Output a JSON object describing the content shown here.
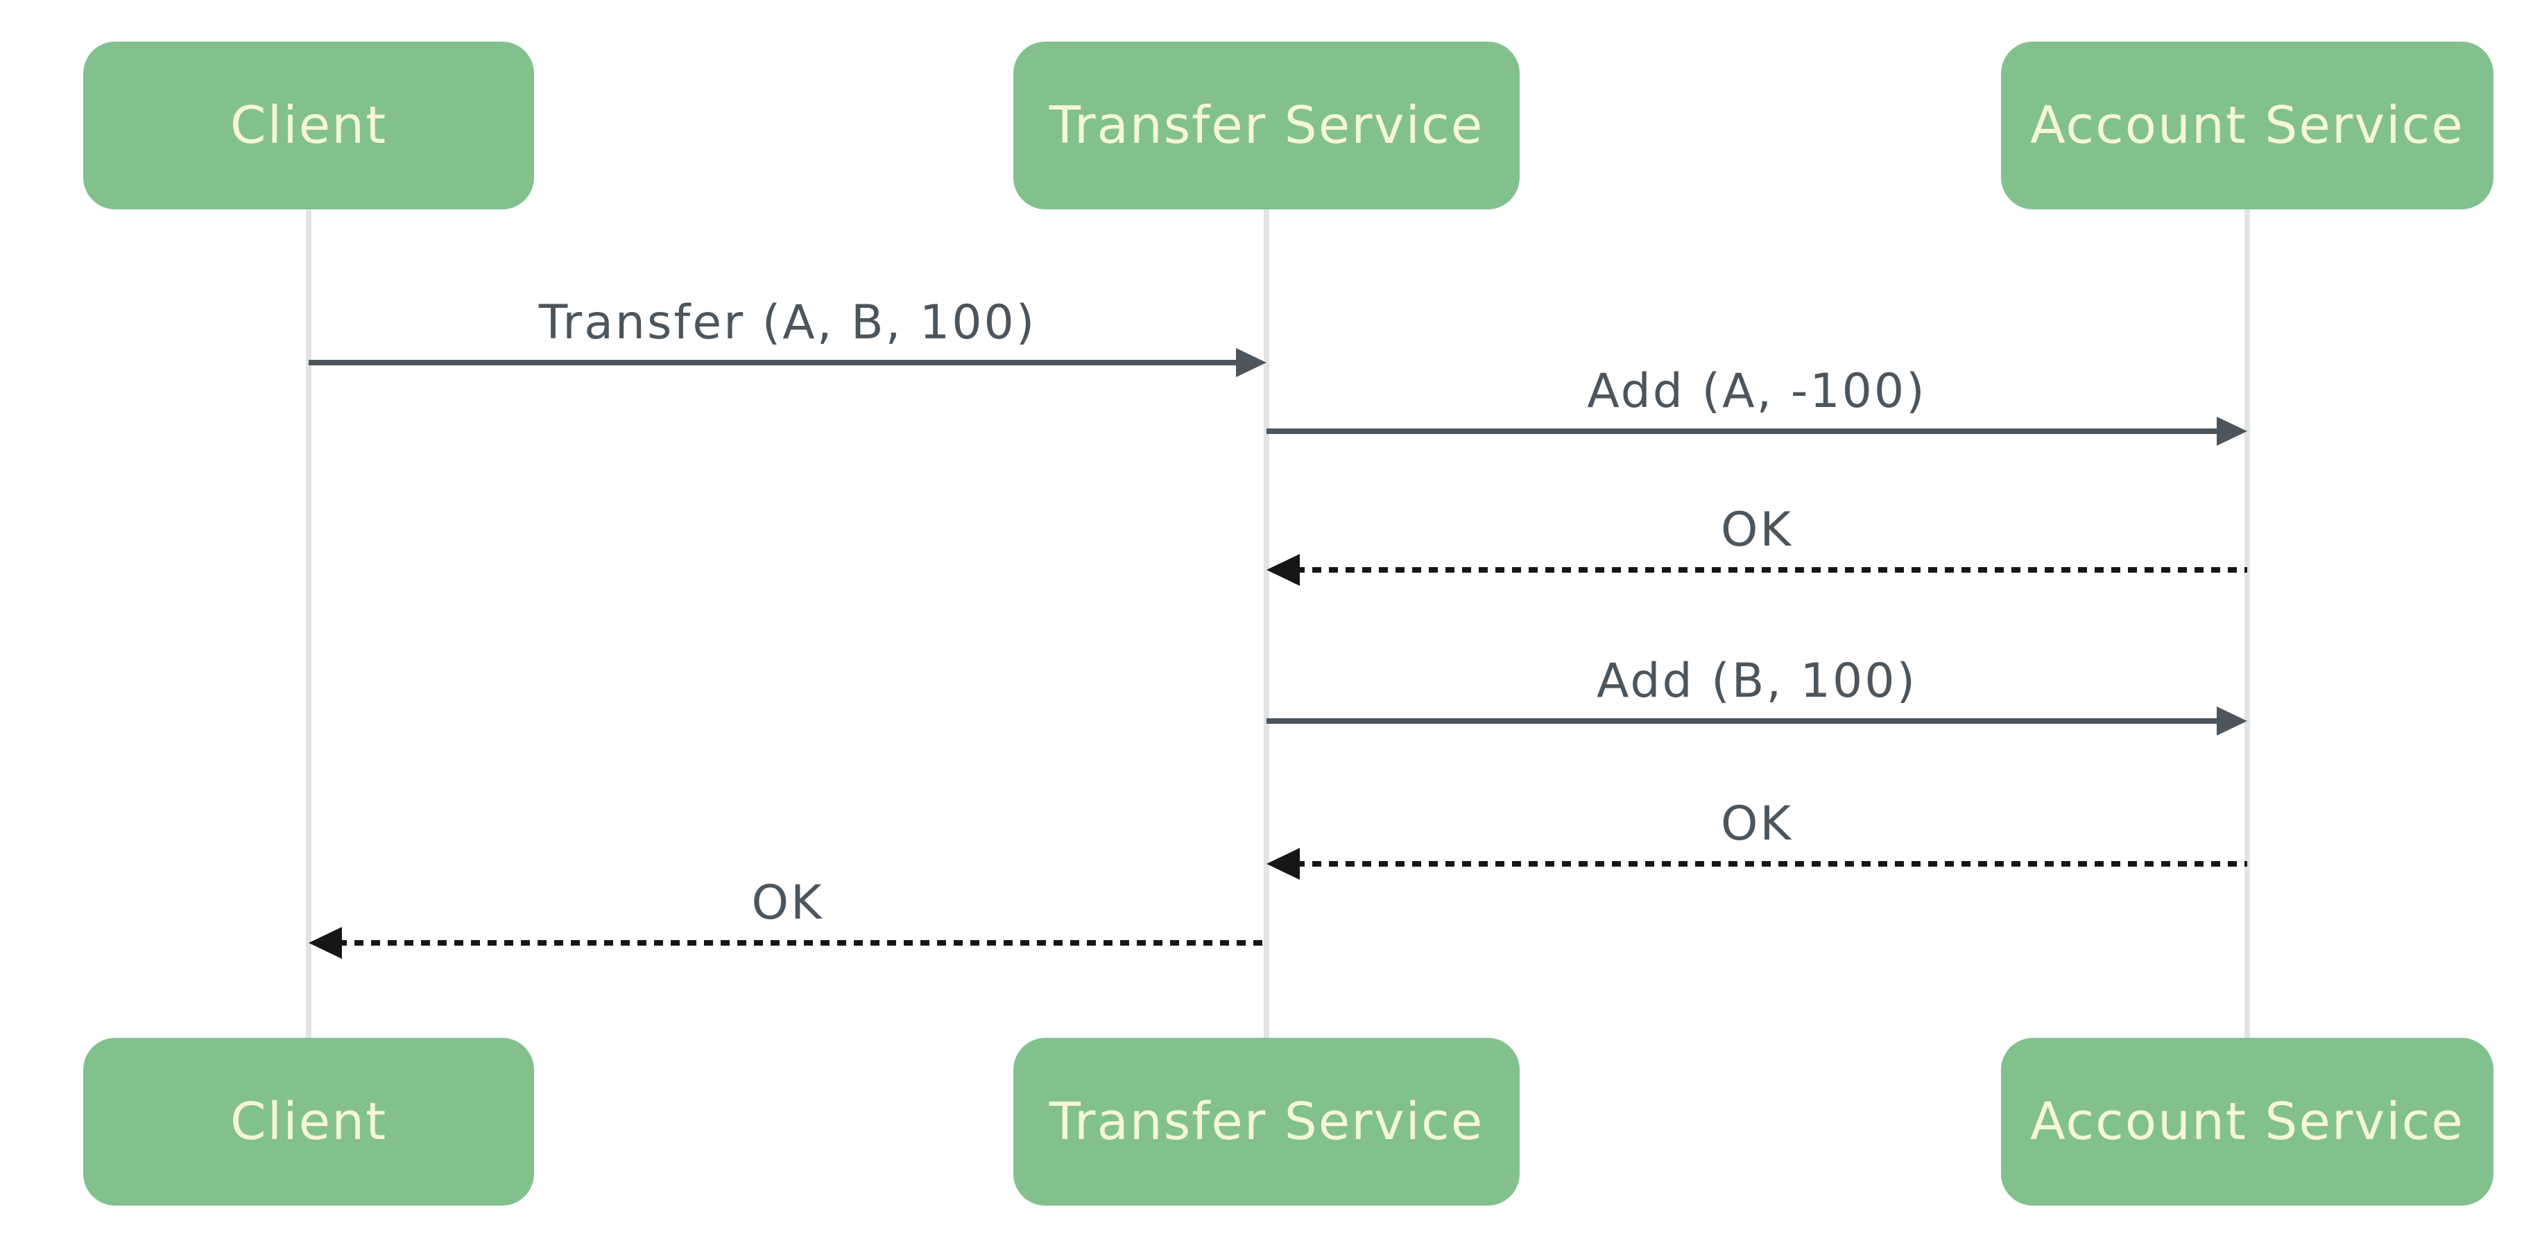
{
  "diagram": {
    "type": "sequence-diagram",
    "participants": [
      {
        "id": "client",
        "label": "Client"
      },
      {
        "id": "transfer-service",
        "label": "Transfer Service"
      },
      {
        "id": "account-service",
        "label": "Account Service"
      }
    ],
    "messages": [
      {
        "from": "client",
        "to": "transfer-service",
        "label": "Transfer (A, B, 100)",
        "style": "solid"
      },
      {
        "from": "transfer-service",
        "to": "account-service",
        "label": "Add (A, -100)",
        "style": "solid"
      },
      {
        "from": "account-service",
        "to": "transfer-service",
        "label": "OK",
        "style": "dotted"
      },
      {
        "from": "transfer-service",
        "to": "account-service",
        "label": "Add (B, 100)",
        "style": "solid"
      },
      {
        "from": "account-service",
        "to": "transfer-service",
        "label": "OK",
        "style": "dotted"
      },
      {
        "from": "transfer-service",
        "to": "client",
        "label": "OK",
        "style": "dotted"
      }
    ],
    "colors": {
      "actor_fill": "#82C18D",
      "actor_text": "#F5F5DA",
      "solid_arrow": "#4D555C",
      "dotted_arrow": "#161616",
      "lifeline": "#E1E3E4",
      "background": "#FFFFFF"
    }
  }
}
